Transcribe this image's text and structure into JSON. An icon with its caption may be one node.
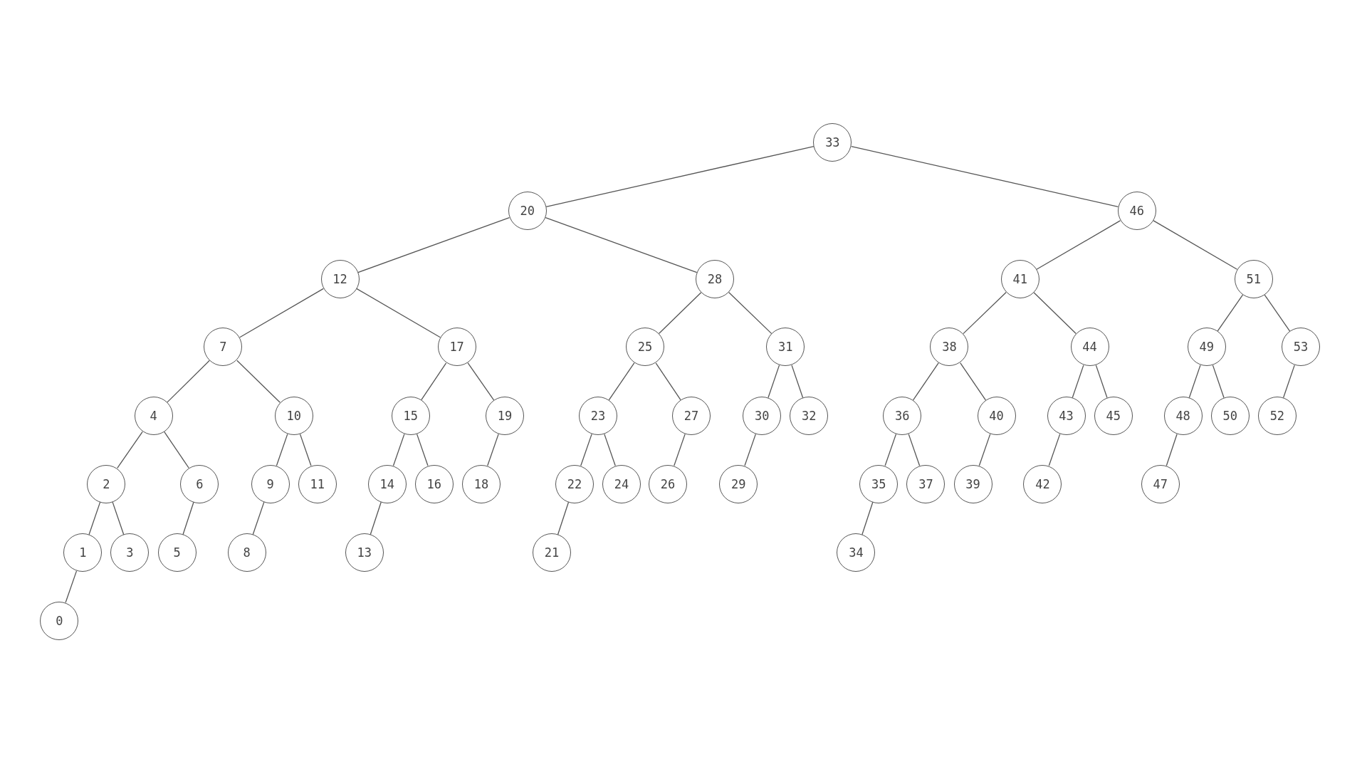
{
  "diagram": {
    "nodes": [
      {
        "text": [
          "33"
        ]
      },
      {
        "text": [
          "20"
        ]
      },
      {
        "text": [
          "46"
        ]
      },
      {
        "text": [
          "12"
        ]
      },
      {
        "text": [
          "28"
        ]
      },
      {
        "text": [
          "41"
        ]
      },
      {
        "text": [
          "51"
        ]
      },
      {
        "text": [
          "7"
        ]
      },
      {
        "text": [
          "17"
        ]
      },
      {
        "text": [
          "25"
        ]
      },
      {
        "text": [
          "31"
        ]
      },
      {
        "text": [
          "38"
        ]
      },
      {
        "text": [
          "44"
        ]
      },
      {
        "text": [
          "49"
        ]
      },
      {
        "text": [
          "53"
        ]
      },
      {
        "text": [
          "4"
        ]
      },
      {
        "text": [
          "10"
        ]
      },
      {
        "text": [
          "15"
        ]
      },
      {
        "text": [
          "19"
        ]
      },
      {
        "text": [
          "23"
        ]
      },
      {
        "text": [
          "27"
        ]
      },
      {
        "text": [
          "30"
        ]
      },
      {
        "text": [
          "32"
        ]
      },
      {
        "text": [
          "36"
        ]
      },
      {
        "text": [
          "40"
        ]
      },
      {
        "text": [
          "43"
        ]
      },
      {
        "text": [
          "45"
        ]
      },
      {
        "text": [
          "48"
        ]
      },
      {
        "text": [
          "50"
        ]
      },
      {
        "text": [
          "52"
        ]
      },
      {
        "text": [
          "2"
        ]
      },
      {
        "text": [
          "6"
        ]
      },
      {
        "text": [
          "9"
        ]
      },
      {
        "text": [
          "11"
        ]
      },
      {
        "text": [
          "14"
        ]
      },
      {
        "text": [
          "16"
        ]
      },
      {
        "text": [
          "18"
        ]
      },
      {
        "text": [
          "22"
        ]
      },
      {
        "text": [
          "24"
        ]
      },
      {
        "text": [
          "26"
        ]
      },
      {
        "text": [
          "29"
        ]
      },
      {
        "text": [
          "35"
        ]
      },
      {
        "text": [
          "37"
        ]
      },
      {
        "text": [
          "39"
        ]
      },
      {
        "text": [
          "42"
        ]
      },
      {
        "text": [
          "47"
        ]
      },
      {
        "text": [
          "1"
        ]
      },
      {
        "text": [
          "3"
        ]
      },
      {
        "text": [
          "5"
        ]
      },
      {
        "text": [
          "8"
        ]
      },
      {
        "text": [
          "13"
        ]
      },
      {
        "text": [
          "21"
        ]
      },
      {
        "text": [
          "34"
        ]
      },
      {
        "text": [
          "0"
        ]
      }
    ],
    "edges": [
      {
        "from": 0,
        "to": 1,
        "arrow": "none"
      },
      {
        "from": 0,
        "to": 2,
        "arrow": "none"
      },
      {
        "from": 1,
        "to": 3,
        "arrow": "none"
      },
      {
        "from": 1,
        "to": 4,
        "arrow": "none"
      },
      {
        "from": 2,
        "to": 5,
        "arrow": "none"
      },
      {
        "from": 2,
        "to": 6,
        "arrow": "none"
      },
      {
        "from": 3,
        "to": 7,
        "arrow": "none"
      },
      {
        "from": 3,
        "to": 8,
        "arrow": "none"
      },
      {
        "from": 4,
        "to": 9,
        "arrow": "none"
      },
      {
        "from": 4,
        "to": 10,
        "arrow": "none"
      },
      {
        "from": 5,
        "to": 11,
        "arrow": "none"
      },
      {
        "from": 5,
        "to": 12,
        "arrow": "none"
      },
      {
        "from": 6,
        "to": 13,
        "arrow": "none"
      },
      {
        "from": 6,
        "to": 14,
        "arrow": "none"
      },
      {
        "from": 7,
        "to": 15,
        "arrow": "none"
      },
      {
        "from": 7,
        "to": 16,
        "arrow": "none"
      },
      {
        "from": 8,
        "to": 17,
        "arrow": "none"
      },
      {
        "from": 8,
        "to": 18,
        "arrow": "none"
      },
      {
        "from": 9,
        "to": 19,
        "arrow": "none"
      },
      {
        "from": 9,
        "to": 20,
        "arrow": "none"
      },
      {
        "from": 10,
        "to": 21,
        "arrow": "none"
      },
      {
        "from": 10,
        "to": 22,
        "arrow": "none"
      },
      {
        "from": 11,
        "to": 23,
        "arrow": "none"
      },
      {
        "from": 11,
        "to": 24,
        "arrow": "none"
      },
      {
        "from": 12,
        "to": 25,
        "arrow": "none"
      },
      {
        "from": 12,
        "to": 26,
        "arrow": "none"
      },
      {
        "from": 13,
        "to": 27,
        "arrow": "none"
      },
      {
        "from": 13,
        "to": 28,
        "arrow": "none"
      },
      {
        "from": 14,
        "to": 29,
        "arrow": "none"
      },
      {
        "from": 15,
        "to": 30,
        "arrow": "none"
      },
      {
        "from": 15,
        "to": 31,
        "arrow": "none"
      },
      {
        "from": 16,
        "to": 32,
        "arrow": "none"
      },
      {
        "from": 16,
        "to": 33,
        "arrow": "none"
      },
      {
        "from": 17,
        "to": 34,
        "arrow": "none"
      },
      {
        "from": 17,
        "to": 35,
        "arrow": "none"
      },
      {
        "from": 18,
        "to": 36,
        "arrow": "none"
      },
      {
        "from": 19,
        "to": 37,
        "arrow": "none"
      },
      {
        "from": 19,
        "to": 38,
        "arrow": "none"
      },
      {
        "from": 20,
        "to": 39,
        "arrow": "none"
      },
      {
        "from": 21,
        "to": 40,
        "arrow": "none"
      },
      {
        "from": 23,
        "to": 41,
        "arrow": "none"
      },
      {
        "from": 23,
        "to": 42,
        "arrow": "none"
      },
      {
        "from": 24,
        "to": 43,
        "arrow": "none"
      },
      {
        "from": 25,
        "to": 44,
        "arrow": "none"
      },
      {
        "from": 27,
        "to": 45,
        "arrow": "none"
      },
      {
        "from": 30,
        "to": 46,
        "arrow": "none"
      },
      {
        "from": 30,
        "to": 47,
        "arrow": "none"
      },
      {
        "from": 31,
        "to": 48,
        "arrow": "none"
      },
      {
        "from": 32,
        "to": 49,
        "arrow": "none"
      },
      {
        "from": 34,
        "to": 50,
        "arrow": "none"
      },
      {
        "from": 37,
        "to": 51,
        "arrow": "none"
      },
      {
        "from": 41,
        "to": 52,
        "arrow": "none"
      },
      {
        "from": 46,
        "to": 53,
        "arrow": "none"
      }
    ]
  }
}
